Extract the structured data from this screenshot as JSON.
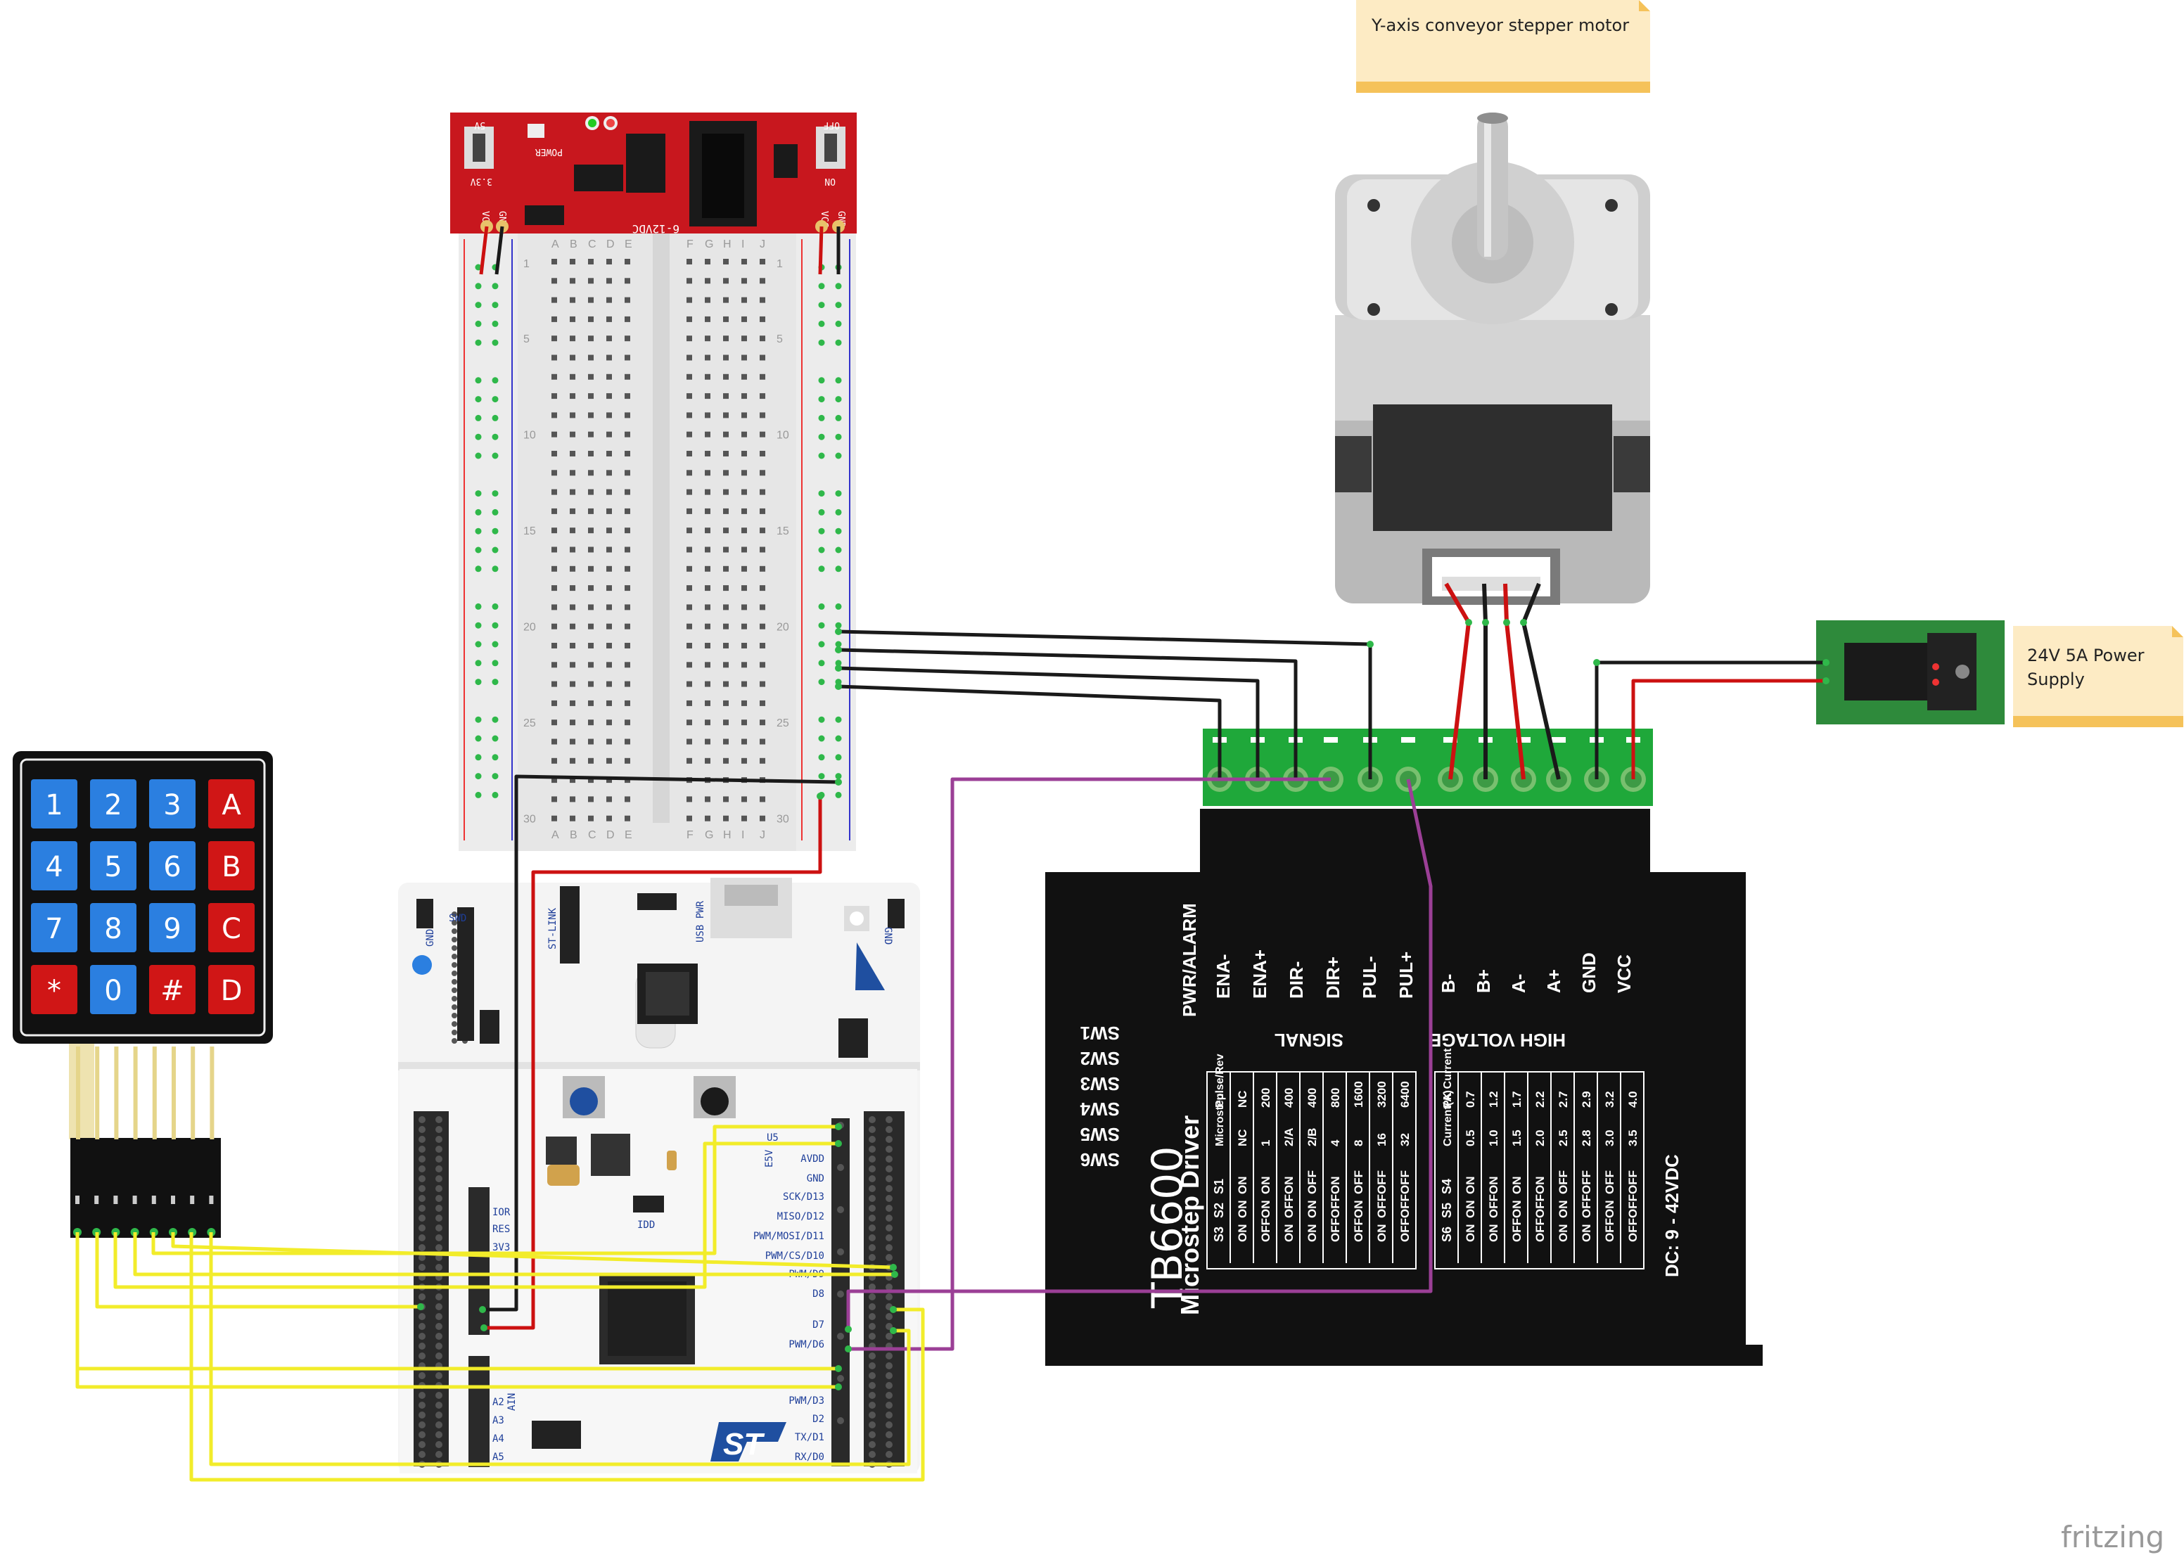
{
  "notes": {
    "motor_label": "Y-axis conveyor stepper motor",
    "psu_label_line1": "24V 5A Power",
    "psu_label_line2": "Supply"
  },
  "watermark": "fritzing",
  "keypad": {
    "keys": [
      [
        "1",
        "2",
        "3",
        "A"
      ],
      [
        "4",
        "5",
        "6",
        "B"
      ],
      [
        "7",
        "8",
        "9",
        "C"
      ],
      [
        "*",
        "0",
        "#",
        "D"
      ]
    ],
    "colors": {
      "digit": "#2b7fe0",
      "letter": "#d01616",
      "body": "#111111"
    }
  },
  "power_module": {
    "left_select": "5V",
    "left_select_alt": "3.3V",
    "right_select": "OFF",
    "right_select_alt": "ON",
    "power_label": "POWER",
    "model": "6-12VDC",
    "left_vcc": "VCC",
    "left_gnd": "GND",
    "right_vcc": "VCC",
    "right_gnd": "GND",
    "color": "#c8171e"
  },
  "breadboard": {
    "cols_left": [
      "A",
      "B",
      "C",
      "D",
      "E"
    ],
    "cols_right": [
      "F",
      "G",
      "H",
      "I",
      "J"
    ],
    "row_marks": [
      "1",
      "5",
      "10",
      "15",
      "20",
      "25",
      "30"
    ]
  },
  "driver": {
    "title": "TB6600",
    "subtitle": "Microstep  Driver",
    "pwr_alarm": "PWR/ALARM",
    "signal_pins": [
      "ENA-",
      "ENA+",
      "DIR-",
      "DIR+",
      "PUL-",
      "PUL+"
    ],
    "hv_pins": [
      "B-",
      "B+",
      "A-",
      "A+",
      "GND",
      "VCC"
    ],
    "signal_group": "SIGNAL",
    "hv_group": "HIGH VOLTAGE",
    "switches": [
      "SW1",
      "SW2",
      "SW3",
      "SW4",
      "SW5",
      "SW6"
    ],
    "microstep_headers": [
      "Microstep",
      "Pulse/Rev",
      "S1",
      "S2",
      "S3"
    ],
    "microstep_rows": [
      [
        "NC",
        "NC",
        "ON",
        "ON",
        "ON"
      ],
      [
        "1",
        "200",
        "ON",
        "ON",
        "OFF"
      ],
      [
        "2/A",
        "400",
        "ON",
        "OFF",
        "ON"
      ],
      [
        "2/B",
        "400",
        "OFF",
        "ON",
        "ON"
      ],
      [
        "4",
        "800",
        "ON",
        "OFF",
        "OFF"
      ],
      [
        "8",
        "1600",
        "OFF",
        "ON",
        "OFF"
      ],
      [
        "16",
        "3200",
        "OFF",
        "OFF",
        "ON"
      ],
      [
        "32",
        "6400",
        "OFF",
        "OFF",
        "OFF"
      ]
    ],
    "current_headers": [
      "Current(A)",
      "PK Current",
      "S4",
      "S5",
      "S6"
    ],
    "current_rows": [
      [
        "0.5",
        "0.7",
        "ON",
        "ON",
        "ON"
      ],
      [
        "1.0",
        "1.2",
        "ON",
        "OFF",
        "ON"
      ],
      [
        "1.5",
        "1.7",
        "ON",
        "ON",
        "OFF"
      ],
      [
        "2.0",
        "2.2",
        "ON",
        "OFF",
        "OFF"
      ],
      [
        "2.5",
        "2.7",
        "OFF",
        "ON",
        "ON"
      ],
      [
        "2.8",
        "2.9",
        "OFF",
        "OFF",
        "ON"
      ],
      [
        "3.0",
        "3.2",
        "OFF",
        "ON",
        "OFF"
      ],
      [
        "3.5",
        "4.0",
        "OFF",
        "OFF",
        "OFF"
      ]
    ],
    "dc_range": "DC: 9 - 42VDC"
  },
  "nucleo": {
    "top_labels": [
      "ST-LINK",
      "USB PWR",
      "SWD",
      "GND",
      "GND"
    ],
    "right_labels": [
      "AVDD",
      "GND",
      "SCK/D13",
      "MISO/D12",
      "PWM/MOSI/D11",
      "PWM/CS/D10",
      "PWM/D9",
      "D8",
      "D7",
      "PWM/D6",
      "PWM/D3",
      "D2",
      "TX/D1",
      "RX/D0"
    ],
    "left_labels": [
      "IOR",
      "RES",
      "3V3",
      "A2",
      "A3",
      "A4",
      "A5",
      "AIN"
    ],
    "misc": [
      "IDD",
      "U5",
      "E5V"
    ],
    "logo": "ST"
  },
  "colors": {
    "wire_black": "#1a1a1a",
    "wire_red": "#cc1111",
    "wire_yellow": "#f2ec2a",
    "wire_purple": "#9b3f96",
    "terminal_green": "#2fa84a",
    "note_bg": "#fdebc4",
    "note_fold": "#f5c25a"
  }
}
